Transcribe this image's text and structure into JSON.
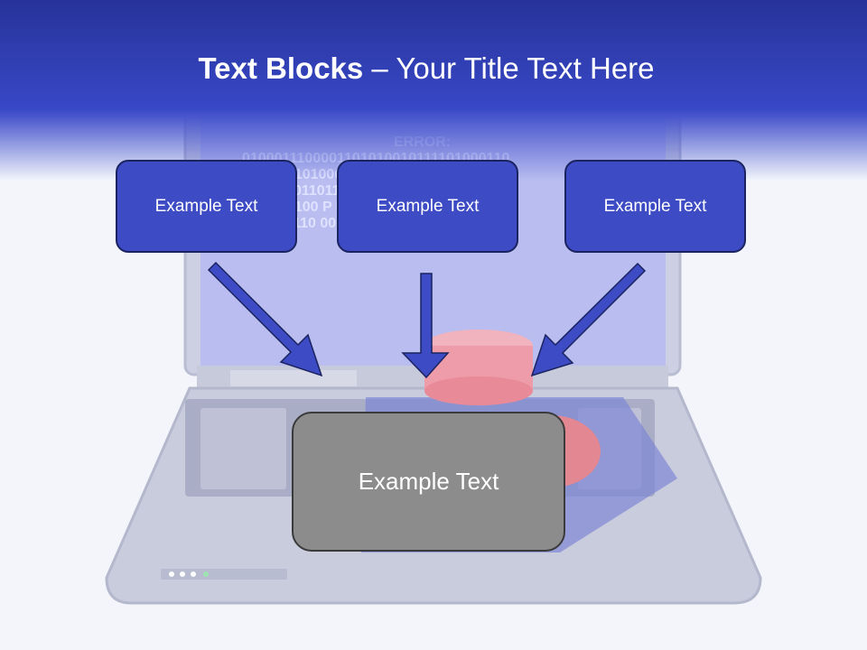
{
  "slide": {
    "title_bold": "Text Blocks",
    "title_dash": " – ",
    "title_rest": "Your Title Text Here"
  },
  "blocks": [
    {
      "label": "Example Text"
    },
    {
      "label": "Example Text"
    },
    {
      "label": "Example Text"
    }
  ],
  "main_block": {
    "label": "Example Text"
  },
  "colors": {
    "header": "#3848c6",
    "block_fill": "#3d4bc4",
    "main_fill": "#8c8c8c",
    "arrow": "#3d4bc4"
  }
}
